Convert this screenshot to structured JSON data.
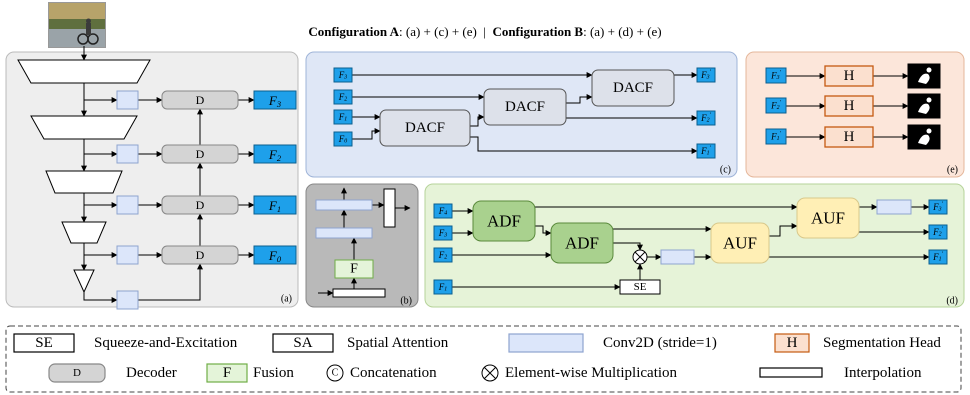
{
  "header": {
    "config_a_label": "Configuration A",
    "config_a_value": ": (a) + (c) + (e)",
    "separator": "|",
    "config_b_label": "Configuration B",
    "config_b_value": ": (a) + (d) + (e)"
  },
  "panel_a": {
    "tag": "(a)",
    "decoder_label": "D",
    "features": [
      "F3",
      "F2",
      "F1",
      "F0"
    ]
  },
  "panel_b": {
    "tag": "(b)",
    "fusion_label": "F"
  },
  "panel_c": {
    "tag": "(c)",
    "block_label": "DACF",
    "inputs": [
      "F3",
      "F2",
      "F1",
      "F0"
    ],
    "outputs": [
      "F3'",
      "F2'",
      "F1'"
    ]
  },
  "panel_d": {
    "tag": "(d)",
    "adf_label": "ADF",
    "auf_label": "AUF",
    "se_label": "SE",
    "inputs": [
      "F4",
      "F3",
      "F2",
      "F1"
    ],
    "outputs": [
      "F3'",
      "F2'",
      "F1'"
    ]
  },
  "panel_e": {
    "tag": "(e)",
    "head_label": "H",
    "inputs": [
      "F3'",
      "F2'",
      "F1'"
    ]
  },
  "legend": {
    "se_box": "SE",
    "se_text": "Squeeze-and-Excitation",
    "sa_box": "SA",
    "sa_text": "Spatial Attention",
    "conv_text": "Conv2D (stride=1)",
    "h_box": "H",
    "h_text": "Segmentation Head",
    "d_box": "D",
    "d_text": "Decoder",
    "f_box": "F",
    "f_text": "Fusion",
    "c_symbol": "C",
    "c_text": "Concatenation",
    "mult_text": "Element-wise Multiplication",
    "interp_text": "Interpolation"
  },
  "colors": {
    "panel_gray": "#eeeeee",
    "panel_blue": "#dfe7f6",
    "panel_peach": "#fce6da",
    "panel_green": "#e6f3d8",
    "panel_darkgray": "#b9b9b9",
    "conv": "#dce6fa",
    "feature": "#1ea0ea",
    "decoder": "#d4d4d4",
    "dacf": "#dde1ea",
    "adf": "#a9d18e",
    "auf": "#ffefb5",
    "head": "#fbe0cf",
    "head_border": "#c55a11",
    "fusion": "#e4f4d9",
    "fusion_border": "#70ad47"
  }
}
